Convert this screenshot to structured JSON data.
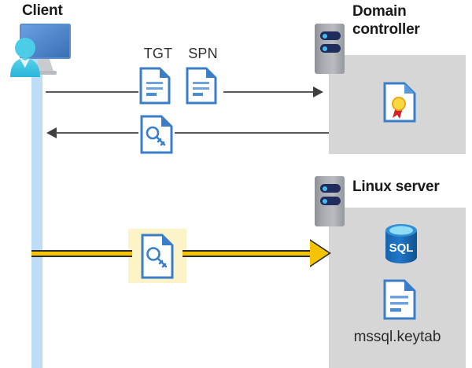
{
  "diagram": {
    "title_client": "Client",
    "title_domain_controller": "Domain\ncontroller",
    "title_domain_controller_line1": "Domain",
    "title_domain_controller_line2": "controller",
    "title_linux_server": "Linux server",
    "labels": {
      "tgt": "TGT",
      "spn": "SPN",
      "keytab_file": "mssql.keytab"
    },
    "icons": {
      "client_user": "user-monitor-icon",
      "tgt_document": "document-icon",
      "spn_document": "document-icon",
      "ticket_key_document": "key-document-icon",
      "highlighted_key_document": "key-document-icon",
      "domain_controller_rack": "server-rack-icon",
      "linux_server_rack": "server-rack-icon",
      "certificate": "certificate-document-icon",
      "sql_database": "sql-database-icon",
      "keytab_document": "document-icon"
    },
    "arrows": [
      {
        "name": "client-to-dc-request",
        "direction": "right",
        "style": "plain"
      },
      {
        "name": "dc-to-client-response",
        "direction": "left",
        "style": "plain"
      },
      {
        "name": "client-to-linux-authenticate",
        "direction": "right",
        "style": "highlighted"
      }
    ],
    "sql_icon_text": "SQL",
    "colors": {
      "lifeline": "#bddcf7",
      "server_panel": "#d6d6d6",
      "highlight_yellow": "#f5c400",
      "highlight_box": "#fdf3c8",
      "document_blue": "#3a7dc9",
      "arrow_gray": "#5a5a5a",
      "rack_navy": "#1f2c5c",
      "certificate_gold": "#f5cf1e",
      "certificate_red": "#d42026",
      "sql_blue": "#1d6bb8"
    }
  }
}
